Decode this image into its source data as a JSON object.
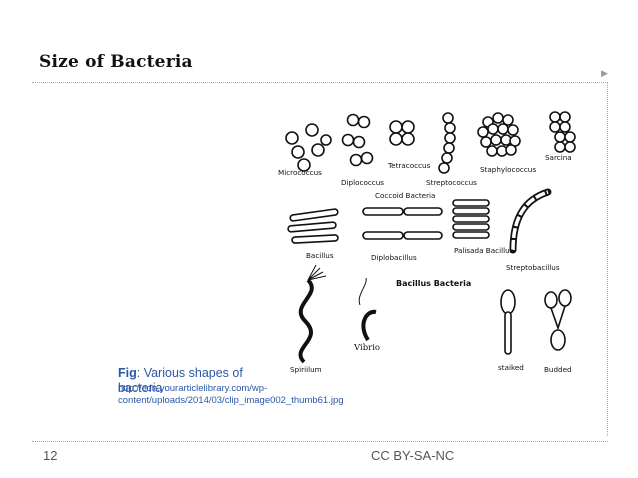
{
  "slide": {
    "title": "Size of Bacteria",
    "page_number": "12",
    "license": "CC BY-SA-NC"
  },
  "figure": {
    "labels": {
      "micrococcus": "Micrococcus",
      "diplococcus": "Diplococcus",
      "tetracoccus": "Tetracoccus",
      "streptococcus": "Streptococcus",
      "staphylococcus": "Staphylococcus",
      "sarcina": "Sarcina",
      "coccoid_bacteria": "Coccoid Bacteria",
      "bacillus": "Bacillus",
      "diplobacillus": "Diplobacillus",
      "palisada_bacillus": "Palisada Bacillus",
      "streptobacillus": "Streptobacillus",
      "bacillus_bacteria": "Bacillus Bacteria",
      "spirillum": "Spiriilum",
      "vibrio": "Vibrio",
      "stalked": "staiked",
      "budded": "Budded"
    },
    "caption_label": "Fig",
    "caption_text": ": Various shapes of bacteria",
    "source_text": "http://cdn.yourarticlelibrary.com/wp-content/uploads/2014/03/clip_image002_thumb61.jpg"
  }
}
